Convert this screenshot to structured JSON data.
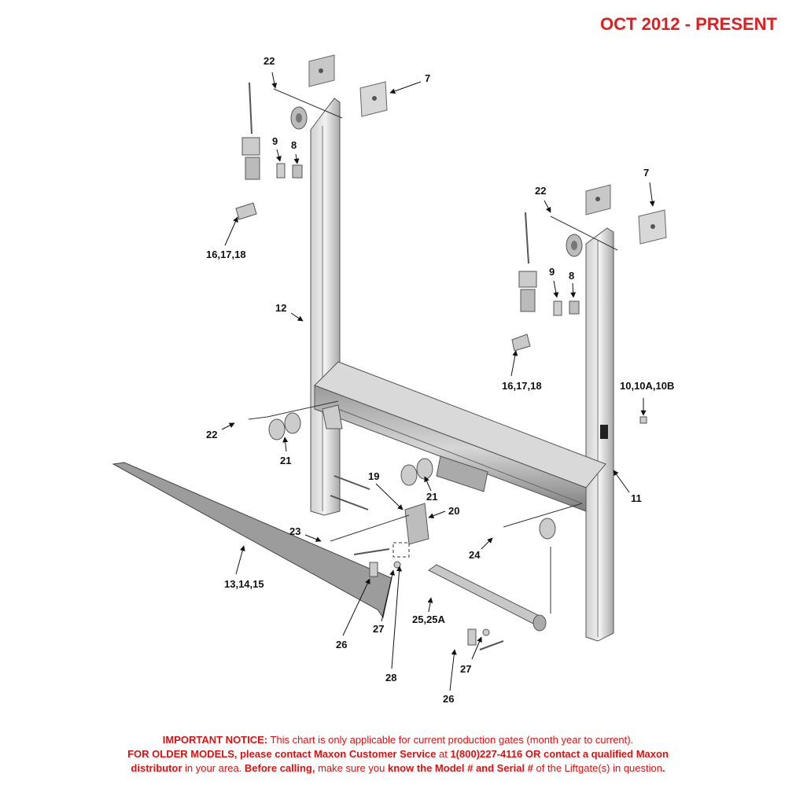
{
  "header": {
    "date_range": "OCT 2012 - PRESENT"
  },
  "callouts": {
    "c22a": "22",
    "c7a": "7",
    "c9a": "9",
    "c8a": "8",
    "c161718a": "16,17,18",
    "c12": "12",
    "c22b": "22",
    "c7b": "7",
    "c9b": "9",
    "c8b": "8",
    "c161718b": "16,17,18",
    "c1010": "10,10A,10B",
    "c22c": "22",
    "c21a": "21",
    "c19": "19",
    "c21b": "21",
    "c20": "20",
    "c11": "11",
    "c23": "23",
    "c24": "24",
    "c131415": "13,14,15",
    "c27a": "27",
    "c2525a": "25,25A",
    "c26a": "26",
    "c27b": "27",
    "c28": "28",
    "c26b": "26"
  },
  "notice": {
    "l1_bold": "IMPORTANT NOTICE:",
    "l1_text": " This chart is only applicable for current production gates (month year to current).",
    "l2_bold": "FOR OLDER MODELS, please contact Maxon Customer Service",
    "l2_text": " at ",
    "l2_bold2": "1(800)227-4116 OR contact a qualified Maxon",
    "l3_bold": "distributor",
    "l3_text": " in your area. ",
    "l3_bold2": "Before calling,",
    "l3_text2": " make sure you ",
    "l3_bold3": "know the Model # and Serial #",
    "l3_text3": " of the Liftgate(s) in question",
    "l3_end": "."
  }
}
